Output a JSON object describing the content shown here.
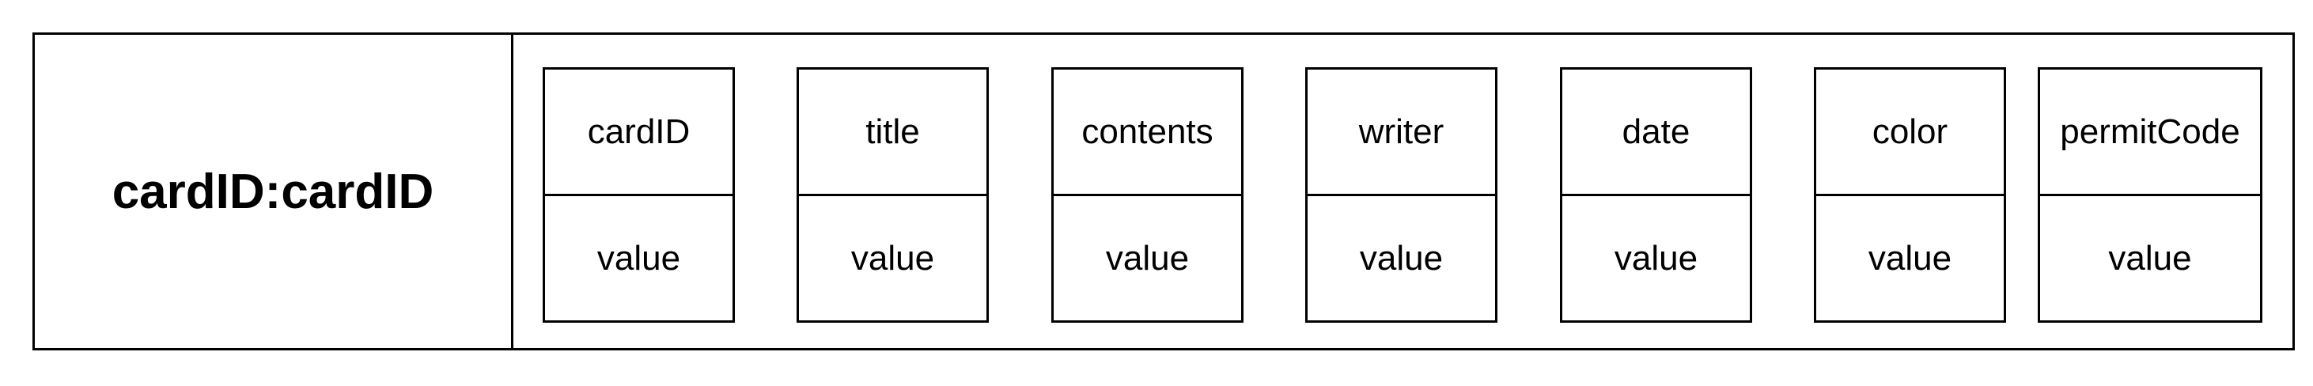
{
  "record": {
    "key_label": "cardID:cardID",
    "fields": [
      {
        "name": "cardID",
        "value": "value"
      },
      {
        "name": "title",
        "value": "value"
      },
      {
        "name": "contents",
        "value": "value"
      },
      {
        "name": "writer",
        "value": "value"
      },
      {
        "name": "date",
        "value": "value"
      },
      {
        "name": "color",
        "value": "value"
      },
      {
        "name": "permitCode",
        "value": "value"
      }
    ]
  },
  "colors": {
    "stroke": "#000000",
    "background": "#ffffff"
  }
}
